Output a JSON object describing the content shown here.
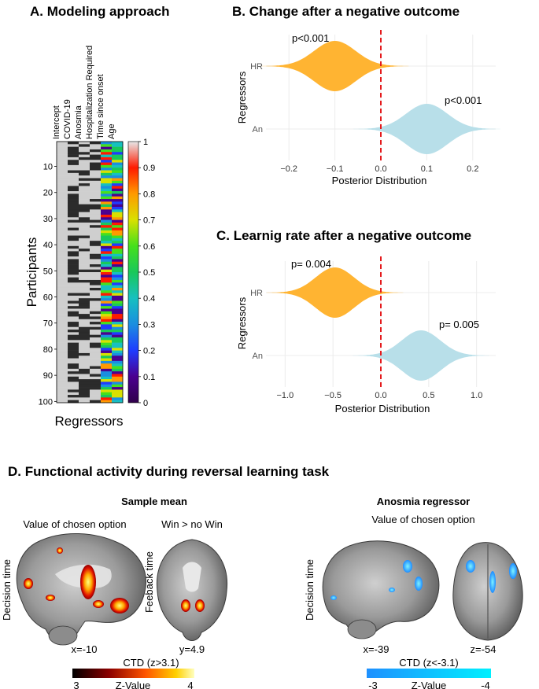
{
  "panelA": {
    "title": "A. Modeling approach",
    "y_axis_label": "Participants",
    "x_axis_label": "Regressors",
    "columns": [
      "Intercept",
      "COVID-19",
      "Anosmia",
      "Hospitalization Required",
      "Time since onset",
      "Age"
    ],
    "y_ticks": [
      "10",
      "20",
      "30",
      "40",
      "50",
      "60",
      "70",
      "80",
      "90",
      "100"
    ],
    "colorbar_ticks": [
      "1",
      "0.9",
      "0.8",
      "0.7",
      "0.6",
      "0.5",
      "0.4",
      "0.3",
      "0.2",
      "0.1",
      "0"
    ]
  },
  "panelB": {
    "title": "B. Change after a negative outcome",
    "ylabel": "Regressors",
    "xlabel": "Posterior Distribution",
    "pvalue_hr": "p<0.001",
    "pvalue_an": "p<0.001"
  },
  "panelC": {
    "title": "C. Learnig rate after a negative outcome",
    "ylabel": "Regressors",
    "xlabel": "Posterior Distribution",
    "pvalue_hr": "p= 0.004",
    "pvalue_an": "p= 0.005"
  },
  "panelD": {
    "title": "D. Functional activity during reversal learning task",
    "sample_mean": {
      "title": "Sample mean",
      "value_label": "Value of  chosen option",
      "win_label": "Win > no Win",
      "decision_time": "Decision time",
      "feedback_time": "Feeback time",
      "coord1": "x=-10",
      "coord2": "y=4.9",
      "cbar_title": "CTD (z>3.1)",
      "cbar_min": "3",
      "cbar_mid": "Z-Value",
      "cbar_max": "4"
    },
    "anosmia": {
      "title": "Anosmia regressor",
      "value_label": "Value of  chosen option",
      "decision_time": "Decision time",
      "coord1": "x=-39",
      "coord2": "z=-54",
      "cbar_title": "CTD (z<-3.1)",
      "cbar_min": "-3",
      "cbar_mid": "Z-Value",
      "cbar_max": "-4"
    }
  },
  "chart_data": [
    {
      "type": "violin",
      "title": "B. Change after a negative outcome",
      "xlabel": "Posterior Distribution",
      "ylabel": "Regressors",
      "categories": [
        "HR",
        "An"
      ],
      "xlim": [
        -0.25,
        0.25
      ],
      "xticks": [
        -0.2,
        -0.1,
        0.0,
        0.1,
        0.2
      ],
      "reference_line": 0.0,
      "series": [
        {
          "name": "HR",
          "center": -0.1,
          "spread": 0.045,
          "color": "#ffb432"
        },
        {
          "name": "An",
          "center": 0.1,
          "spread": 0.045,
          "color": "#b8dfe9"
        }
      ]
    },
    {
      "type": "violin",
      "title": "C. Learnig rate after a negative outcome",
      "xlabel": "Posterior Distribution",
      "ylabel": "Regressors",
      "categories": [
        "HR",
        "An"
      ],
      "xlim": [
        -1.2,
        1.2
      ],
      "xticks": [
        -1.0,
        -0.5,
        0.0,
        0.5,
        1.0
      ],
      "reference_line": 0.0,
      "series": [
        {
          "name": "HR",
          "center": -0.48,
          "spread": 0.2,
          "color": "#ffb432"
        },
        {
          "name": "An",
          "center": 0.42,
          "spread": 0.2,
          "color": "#b8dfe9"
        }
      ]
    }
  ]
}
